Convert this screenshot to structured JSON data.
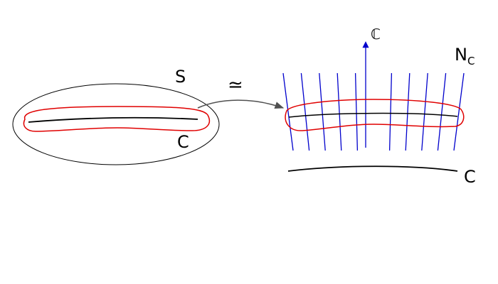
{
  "diagram": {
    "left": {
      "surface_label": "S",
      "curve_label": "C"
    },
    "equivalence_symbol": "≃",
    "right": {
      "fiber_axis_label": "ℂ",
      "bundle_label_main": "N",
      "bundle_label_sub": "C",
      "curve_label": "C"
    },
    "fiber_count": 11,
    "colors": {
      "curve": "#000000",
      "neighborhood": "#e00000",
      "fibers": "#0000cc",
      "arrow": "#505050"
    }
  }
}
